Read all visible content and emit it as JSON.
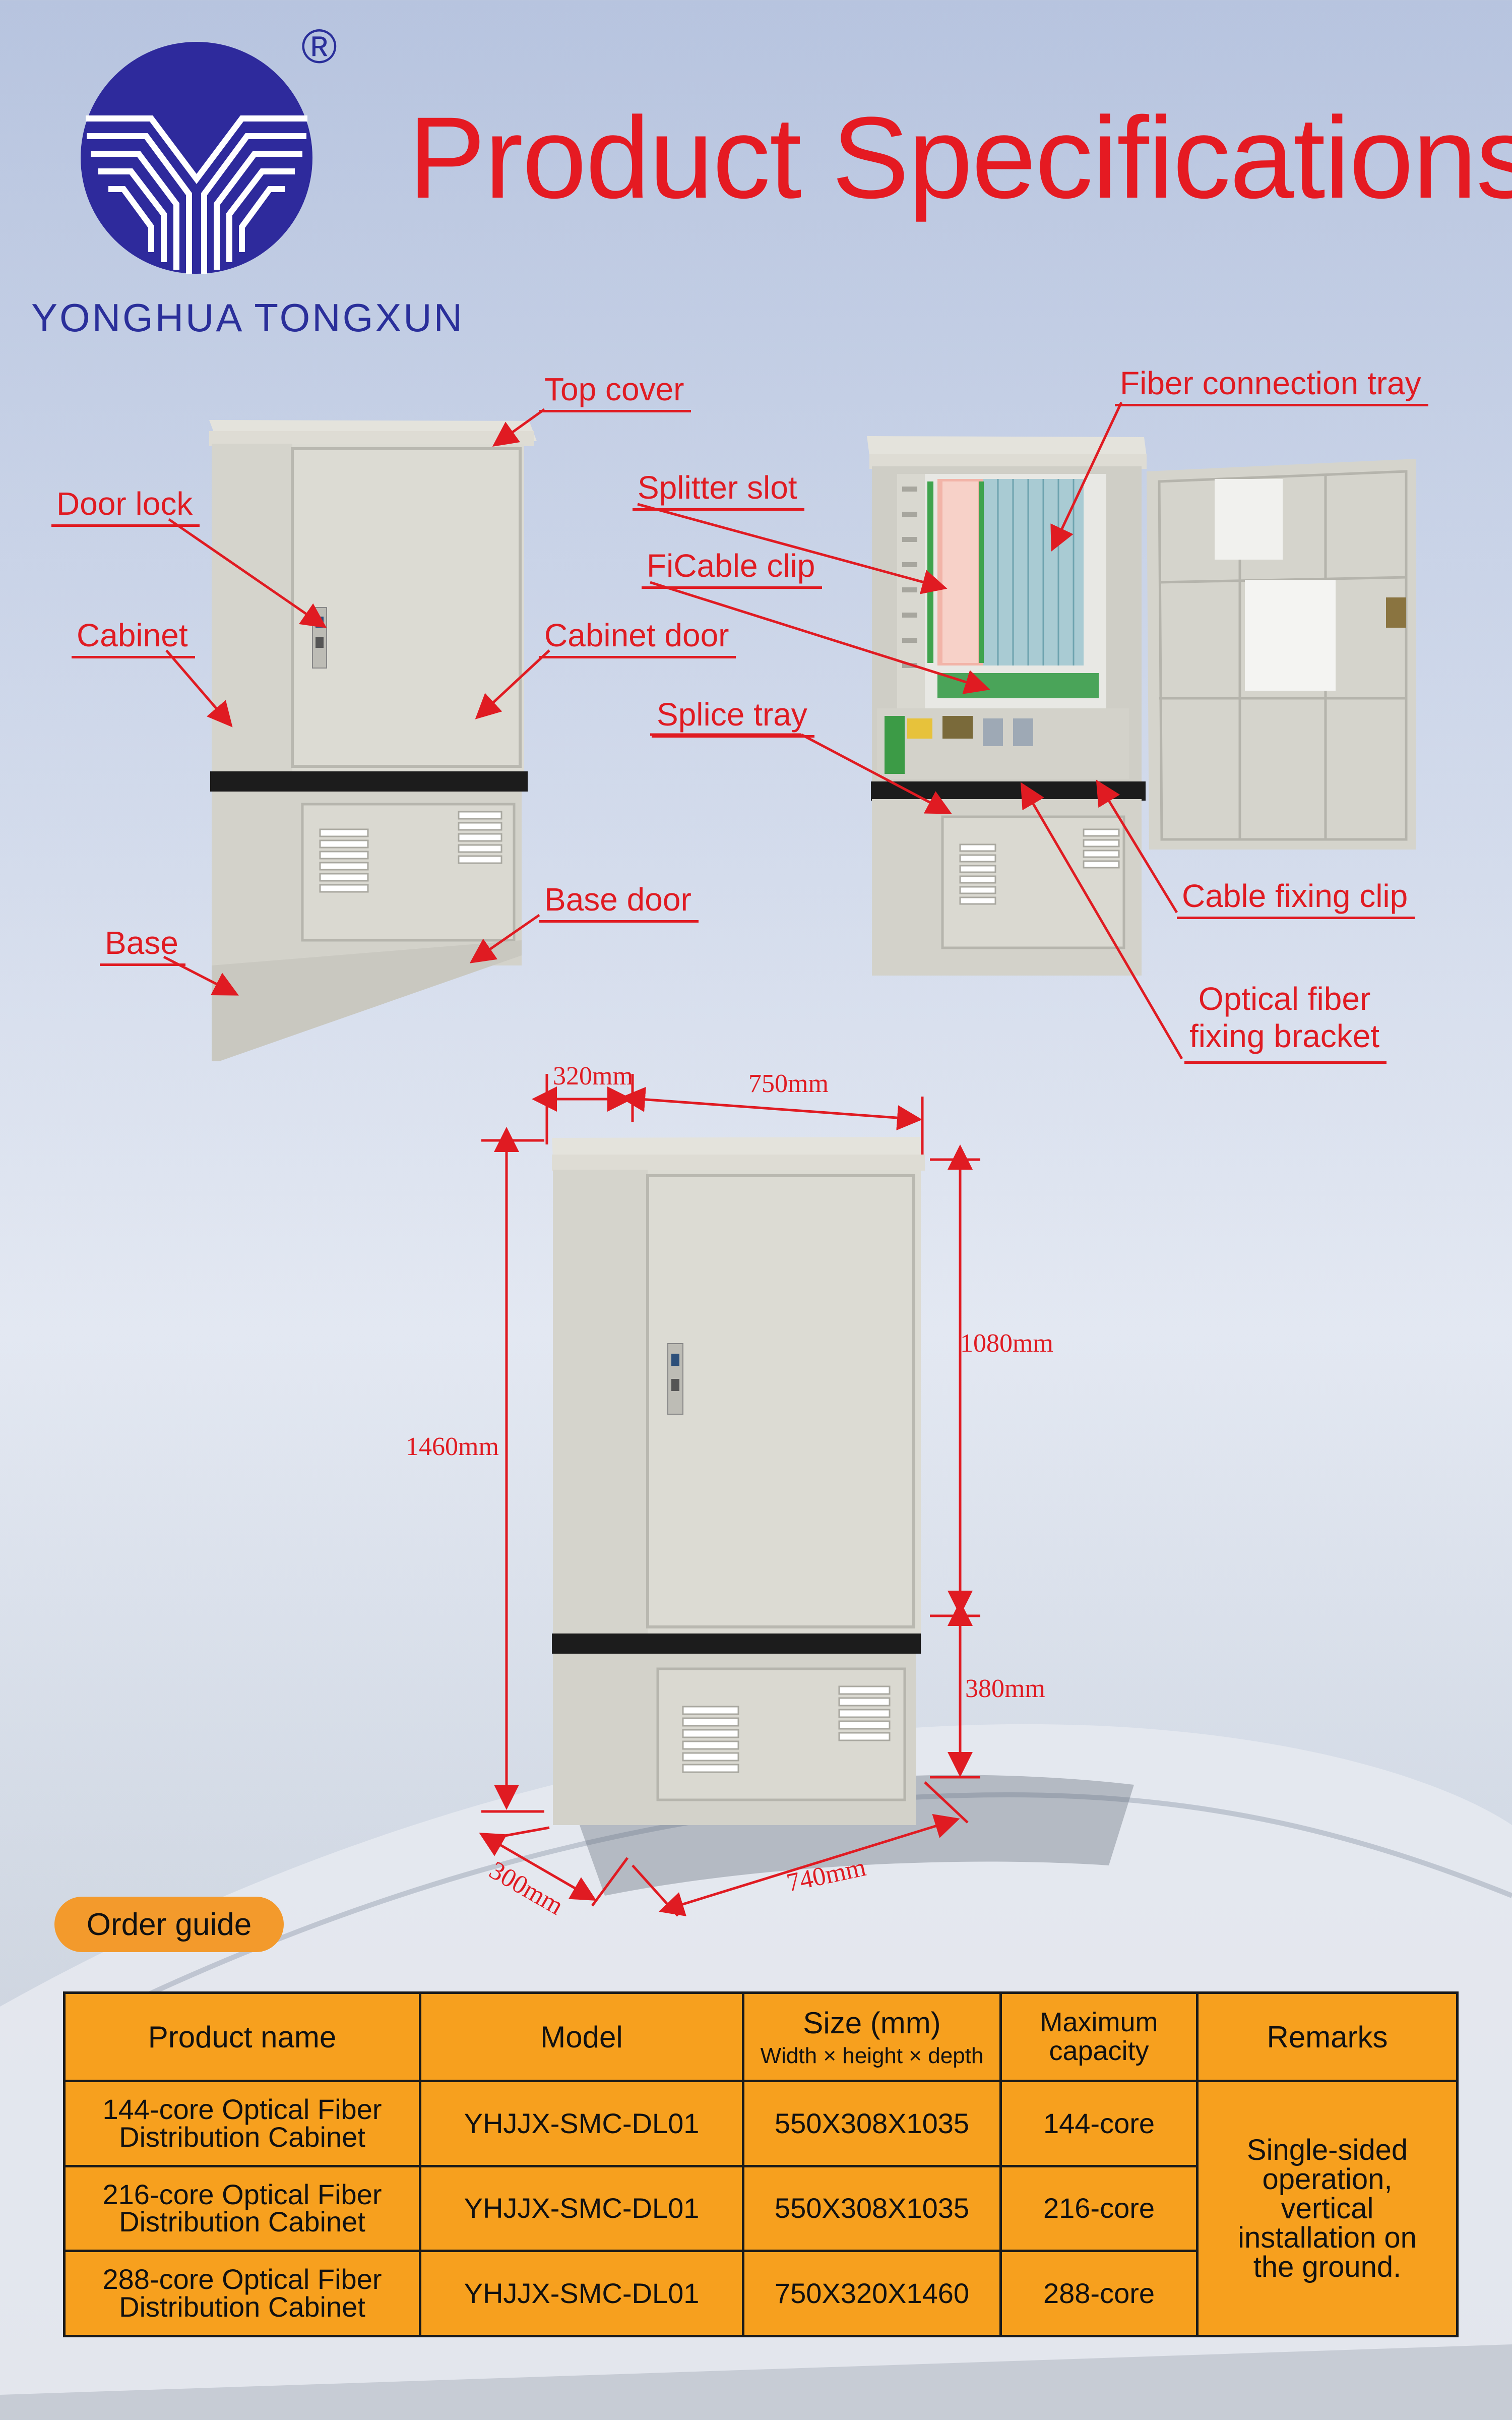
{
  "brand": {
    "name": "YONGHUA TONGXUN",
    "registered_mark": "®"
  },
  "title": "Product Specifications",
  "labels": {
    "top_cover": "Top cover",
    "door_lock": "Door lock",
    "cabinet": "Cabinet",
    "cabinet_door": "Cabinet door",
    "base_door": "Base door",
    "base": "Base",
    "fiber_connection_tray": "Fiber connection tray",
    "splitter_slot": "Splitter slot",
    "ficable_clip": "FiCable clip",
    "splice_tray": "Splice tray",
    "cable_fixing_clip": "Cable fixing clip",
    "optical_fiber_line1": "Optical fiber",
    "optical_fiber_line2": "fixing bracket"
  },
  "dimensions": {
    "depth_top": "320mm",
    "width_top": "750mm",
    "height_total": "1460mm",
    "height_cabinet": "1080mm",
    "height_base": "380mm",
    "depth_base": "300mm",
    "width_base": "740mm"
  },
  "order_guide": {
    "label": "Order guide",
    "headers": {
      "product_name": "Product name",
      "model": "Model",
      "size": "Size (mm)",
      "size_sub": "Width × height × depth",
      "capacity_line1": "Maximum",
      "capacity_line2": "capacity",
      "remarks": "Remarks"
    },
    "rows": [
      {
        "name_line1": "144-core Optical Fiber",
        "name_line2": "Distribution Cabinet",
        "model": "YHJJX-SMC-DL01",
        "size": "550X308X1035",
        "capacity": "144-core"
      },
      {
        "name_line1": "216-core Optical Fiber",
        "name_line2": "Distribution Cabinet",
        "model": "YHJJX-SMC-DL01",
        "size": "550X308X1035",
        "capacity": "216-core"
      },
      {
        "name_line1": "288-core Optical Fiber",
        "name_line2": "Distribution Cabinet",
        "model": "YHJJX-SMC-DL01",
        "size": "750X320X1460",
        "capacity": "288-core"
      }
    ],
    "remarks": [
      "Single-sided",
      "operation,",
      "vertical",
      "installation on",
      "the ground."
    ]
  },
  "colors": {
    "accent_red": "#e51a22",
    "brand_blue": "#2a2f9a",
    "table_orange": "#f7a01e",
    "pill_orange": "#f39a2c"
  }
}
